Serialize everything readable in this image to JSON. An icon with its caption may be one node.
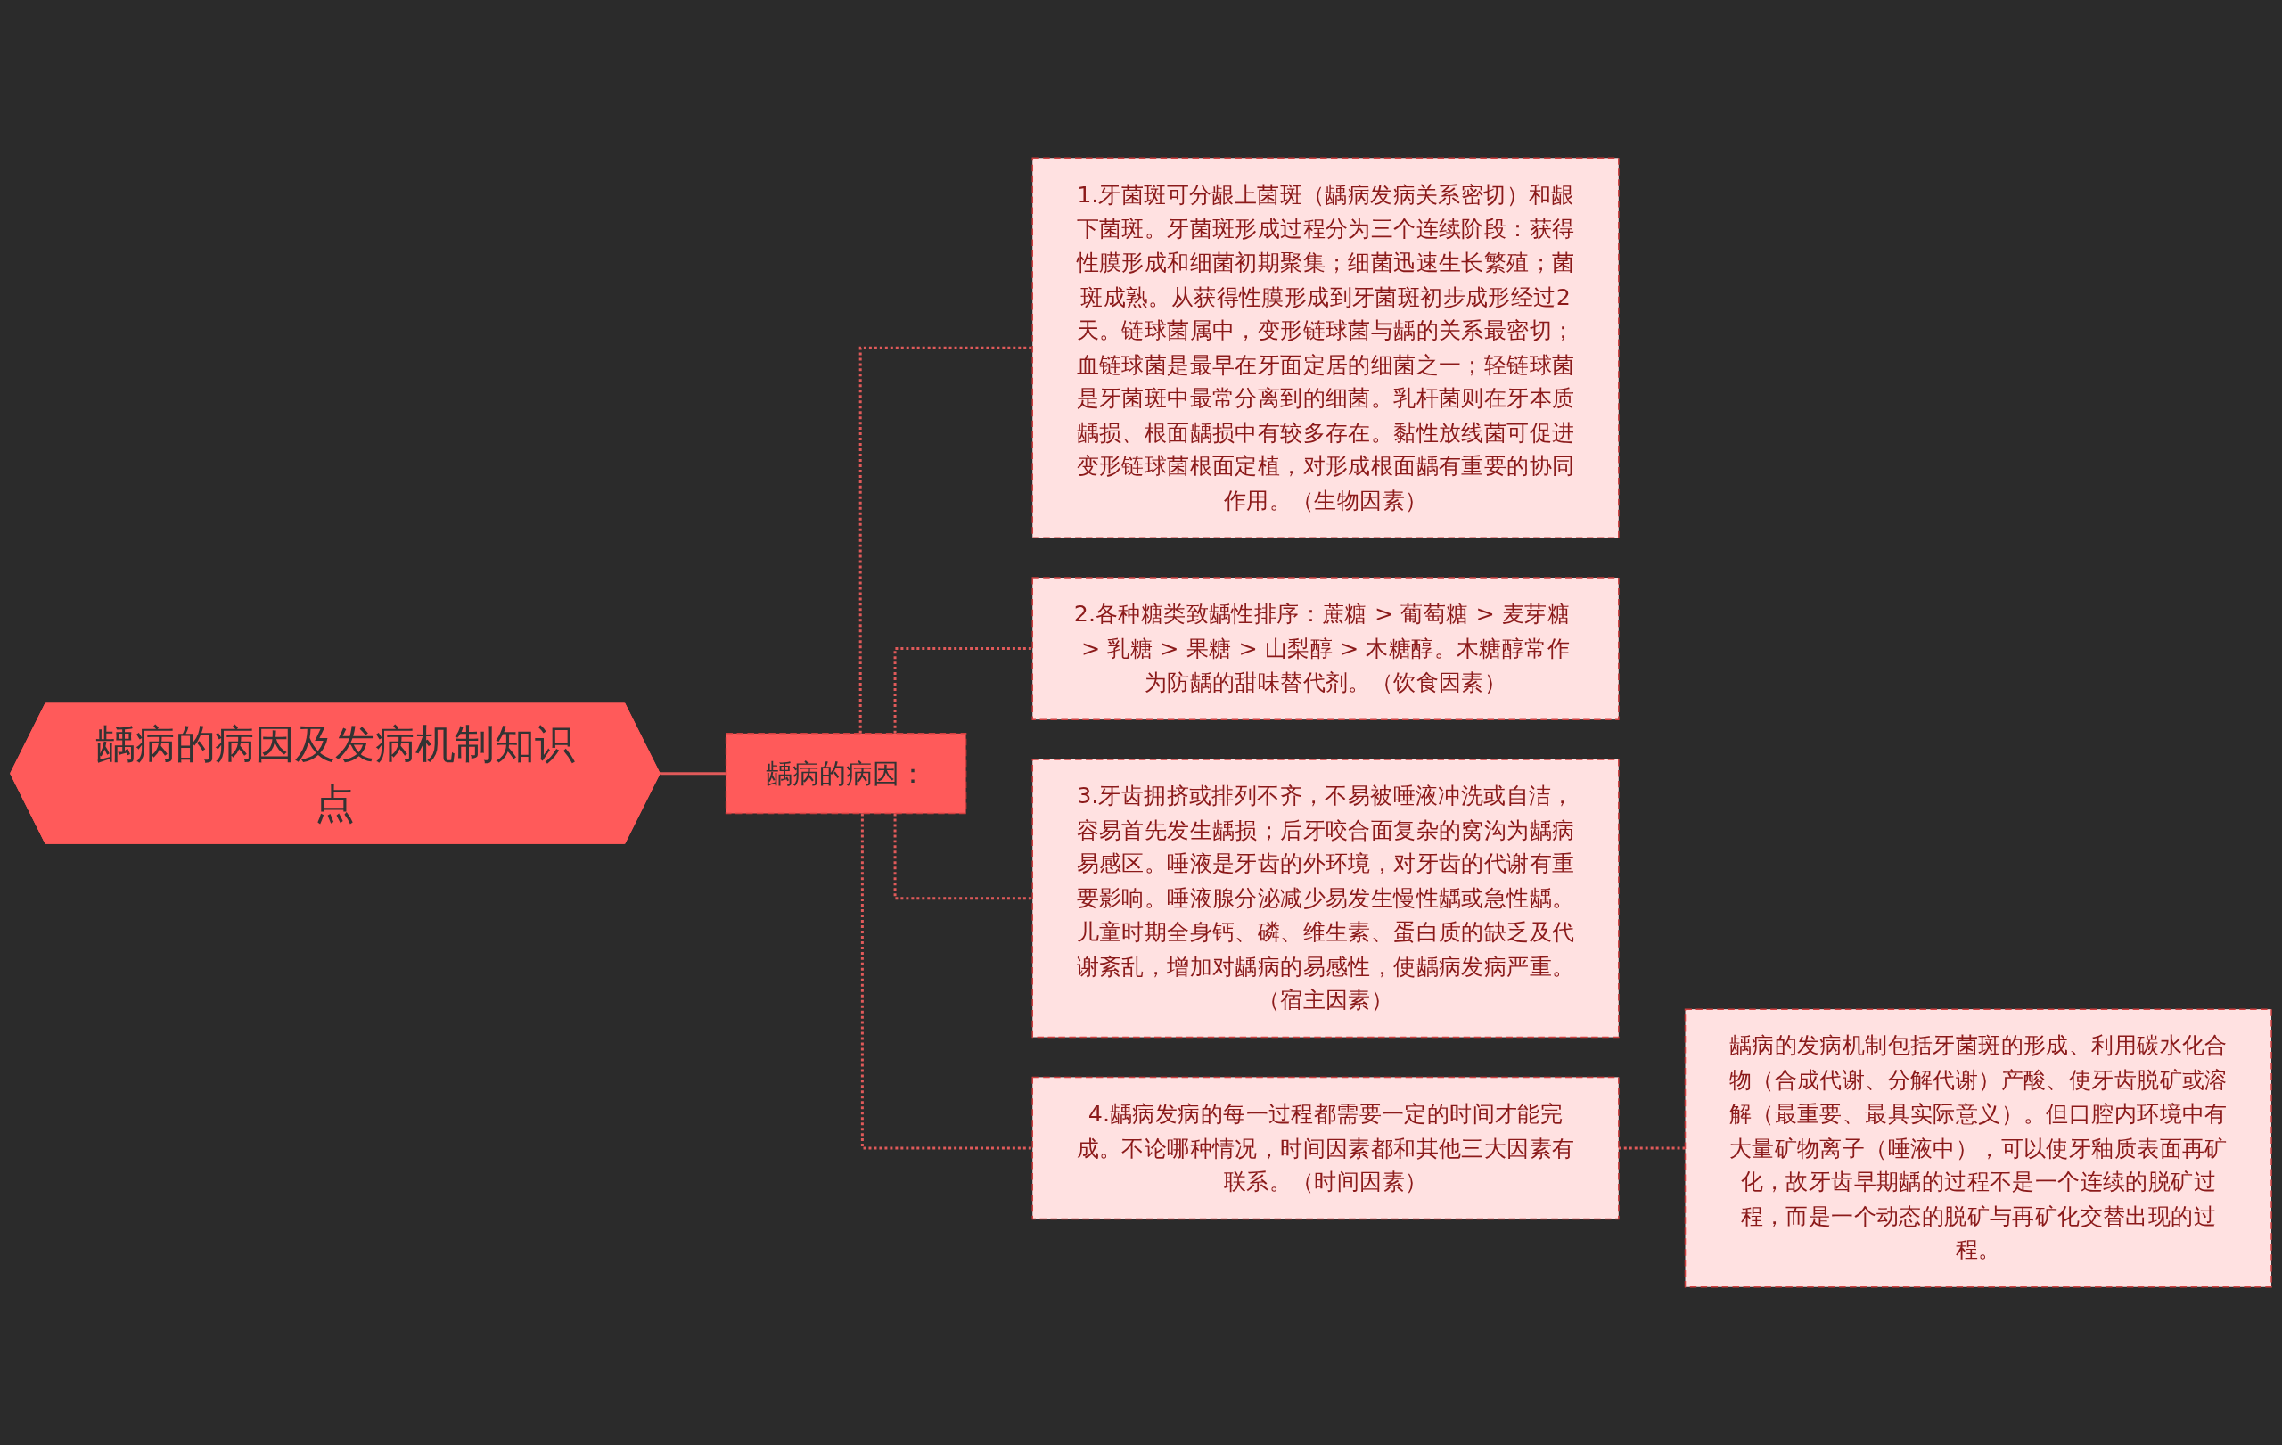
{
  "diagram": {
    "nodes": [
      {
        "text": [
          "龋病的病因及发病机制知识点"
        ]
      },
      {
        "text": [
          "龋病的病因："
        ]
      },
      {
        "text": [
          "1.牙菌斑可分龈上菌斑（龋病发病关系密切）和龈下菌斑。牙菌斑形成过程分为三个连续阶段：获得性膜形成和细菌初期聚集；细菌迅速生长繁殖；菌斑成熟。从获得性膜形成到牙菌斑初步成形经过2天。链球菌属中，变形链球菌与龋的关系最密切；血链球菌是最早在牙面定居的细菌之一；轻链球菌是牙菌斑中最常分离到的细菌。乳杆菌则在牙本质龋损、根面龋损中有较多存在。黏性放线菌可促进变形链球菌根面定植，对形成根面龋有重要的协同作用。（生物因素）"
        ]
      },
      {
        "text": [
          "2.各种糖类致龋性排序：蔗糖 > 葡萄糖 > 麦芽糖 > 乳糖 > 果糖 > 山梨醇 > 木糖醇。木糖醇常作为防龋的甜味替代剂。（饮食因素）"
        ]
      },
      {
        "text": [
          "3.牙齿拥挤或排列不齐，不易被唾液冲洗或自洁，容易首先发生龋损；后牙咬合面复杂的窝沟为龋病易感区。唾液是牙齿的外环境，对牙齿的代谢有重要影响。唾液腺分泌减少易发生慢性龋或急性龋。儿童时期全身钙、磷、维生素、蛋白质的缺乏及代谢紊乱，增加对龋病的易感性，使龋病发病严重。（宿主因素）"
        ]
      },
      {
        "text": [
          "4.龋病发病的每一过程都需要一定的时间才能完成。不论哪种情况，时间因素都和其他三大因素有联系。（时间因素）"
        ]
      },
      {
        "text": [
          "龋病的发病机制包括牙菌斑的形成、利用碳水化合物（合成代谢、分解代谢）产酸、使牙齿脱矿或溶解（最重要、最具实际意义）。但口腔内环境中有大量矿物离子（唾液中），可以使牙釉质表面再矿化，故牙齿早期龋的过程不是一个连续的脱矿过程，而是一个动态的脱矿与再矿化交替出现的过程。"
        ]
      }
    ],
    "edges": [
      {
        "from": 0,
        "to": 1,
        "arrow": "none"
      },
      {
        "from": 1,
        "to": 2,
        "arrow": "none",
        "style": "dashed"
      },
      {
        "from": 1,
        "to": 3,
        "arrow": "none",
        "style": "dashed"
      },
      {
        "from": 1,
        "to": 4,
        "arrow": "none",
        "style": "dashed"
      },
      {
        "from": 1,
        "to": 5,
        "arrow": "none",
        "style": "dashed"
      },
      {
        "from": 5,
        "to": 6,
        "arrow": "none",
        "style": "dashed"
      }
    ]
  }
}
